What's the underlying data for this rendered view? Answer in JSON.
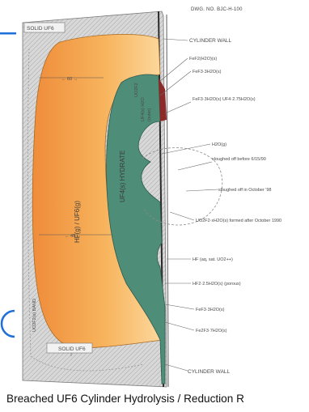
{
  "drawing_number": "DWG. NO. BJC-H-100",
  "caption": "Breached UF6 Cylinder Hydrolysis / Reduction R",
  "labels": {
    "solid_uf6_top": "SOLID UF6",
    "solid_uf6_bottom": "SOLID UF6",
    "cylinder_wall_top": "CYLINDER WALL",
    "cylinder_wall_bottom": "CYLINDER WALL",
    "uo2f2_band": "UO2F2(s) BAND",
    "hf_uf6": "HF(g) / UF6(g)",
    "uf4_band": "UF4(s) HYDRATE",
    "fef2_1": "FeF2(H2O)(s)",
    "fef2_2": "FeF3·3H2O(s)",
    "fef3_xh2o": "FeF3·3H2O(s) UF4·2.75H2O(s)",
    "h2o": "H2O(g)",
    "sloughed_1": "sloughed off before 6/15/90",
    "sloughed_2": "sloughed off in October '98",
    "uo2f2_formed": "UO2F2·xH2O(s) formed after October 1990",
    "hf_aq": "HF (aq, sat. UO2++)",
    "hf_2h2o": "HF2·2.5H2O(s) (porous)",
    "fef3_3h2o": "FeF3·3H2O(s)",
    "fe2f3": "Fe2F3·7H2O(s)",
    "arrow_top": "← 60 →",
    "arrow_bottom": "← 45 →",
    "inner_1": "UF4(s) H2O",
    "inner_2": "(outer)",
    "inner_3": "UO2F2"
  },
  "colors": {
    "orange_fill": "#f4a444",
    "orange_light": "#fbd79a",
    "green_fill": "#4e8d78",
    "red_fill": "#8c2a2a",
    "wall_gray": "#c9c9c9",
    "accent_blue": "#1e6fd9"
  }
}
